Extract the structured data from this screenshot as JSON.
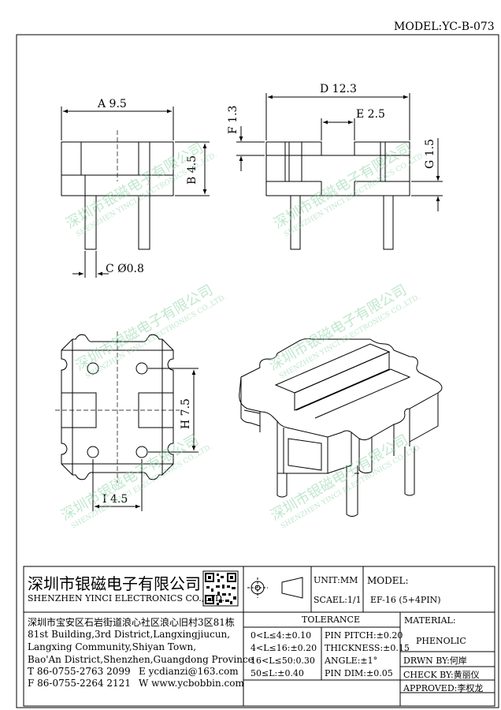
{
  "drawing": {
    "model_label": "MODEL:YC-B-073",
    "dims": {
      "a": "A 9.5",
      "b": "B 4.5",
      "c": "C Ø0.8",
      "d": "D 12.3",
      "e": "E 2.5",
      "f": "F 1.3",
      "g": "G 1.5",
      "h": "H 7.5",
      "i": "I 4.5"
    },
    "watermark": {
      "cn": "深圳市银磁电子有限公司",
      "en": "SHENZHEN YINCI ELECTRONICS CO.,LTD."
    }
  },
  "title_block": {
    "company_cn": "深圳市银磁电子有限公司",
    "company_en": "SHENZHEN YINCI ELECTRONICS CO.,LTD.",
    "address_cn": "深圳市宝安区石岩街道浪心社区浪心旧村3区81栋",
    "address_en": [
      "81st Building,3rd District,Langxingjiucun,",
      "Langxing Community,Shiyan Town,",
      "Bao'An District,Shenzhen,Guangdong Province"
    ],
    "tel": "T 86-0755-2763 2099",
    "email": "E ycdianzi@163.com",
    "fax": "F 86-0755-2264 2121",
    "web": "W www.ycbobbin.com",
    "unit": "UNIT:MM",
    "scale": "SCAEL:1/1",
    "model_label": "MODEL:",
    "model_value": "EF-16 (5+4PIN)",
    "tolerance_title": "TOLERANCE",
    "tolerances": [
      "0<L≤4:±0.10",
      "4<L≤16:±0.20",
      "16<L≤50:0.30",
      "50≤L:±0.40"
    ],
    "pin_specs": [
      "PIN PITCH:±0.20",
      "THICKNESS:±0.15",
      "ANGLE:±1°",
      "PIN DIM:±0.05"
    ],
    "material_label": "MATERIAL:",
    "material_value": "PHENOLIC",
    "drawn_by": "DRWN BY:何岸",
    "check_by": "CHECK BY:黄丽仪",
    "approved": "APPROVED:李权龙"
  }
}
